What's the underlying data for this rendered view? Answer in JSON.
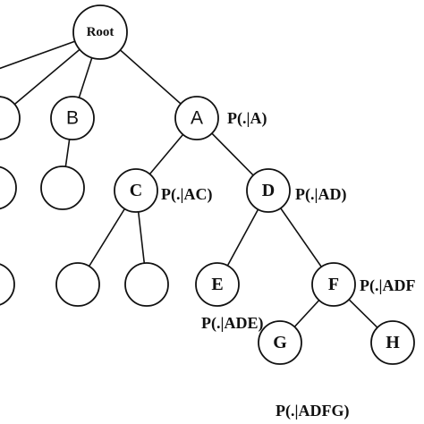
{
  "diagram": {
    "nodes": [
      {
        "id": "root",
        "label": "Root"
      },
      {
        "id": "n1",
        "label": ""
      },
      {
        "id": "b",
        "label": "B"
      },
      {
        "id": "a",
        "label": "A"
      },
      {
        "id": "n2",
        "label": ""
      },
      {
        "id": "n3",
        "label": ""
      },
      {
        "id": "c",
        "label": "C"
      },
      {
        "id": "d",
        "label": "D"
      },
      {
        "id": "n4",
        "label": ""
      },
      {
        "id": "n5",
        "label": ""
      },
      {
        "id": "n6",
        "label": ""
      },
      {
        "id": "e",
        "label": "E"
      },
      {
        "id": "f",
        "label": "F"
      },
      {
        "id": "g",
        "label": "G"
      },
      {
        "id": "h",
        "label": "H"
      }
    ],
    "edges": [
      [
        "root",
        "n1"
      ],
      [
        "root",
        "b"
      ],
      [
        "root",
        "a"
      ],
      [
        "n1",
        "n2"
      ],
      [
        "b",
        "n3"
      ],
      [
        "a",
        "c"
      ],
      [
        "a",
        "d"
      ],
      [
        "c",
        "n5"
      ],
      [
        "c",
        "n6"
      ],
      [
        "d",
        "e"
      ],
      [
        "d",
        "f"
      ],
      [
        "f",
        "g"
      ],
      [
        "f",
        "h"
      ]
    ],
    "annotations": {
      "a": "P(.|A)",
      "c": "P(.|AC)",
      "d": "P(.|AD)",
      "e": "P(.|ADE)",
      "f": "P(.|ADF",
      "g": "P(.|ADFG)"
    }
  }
}
